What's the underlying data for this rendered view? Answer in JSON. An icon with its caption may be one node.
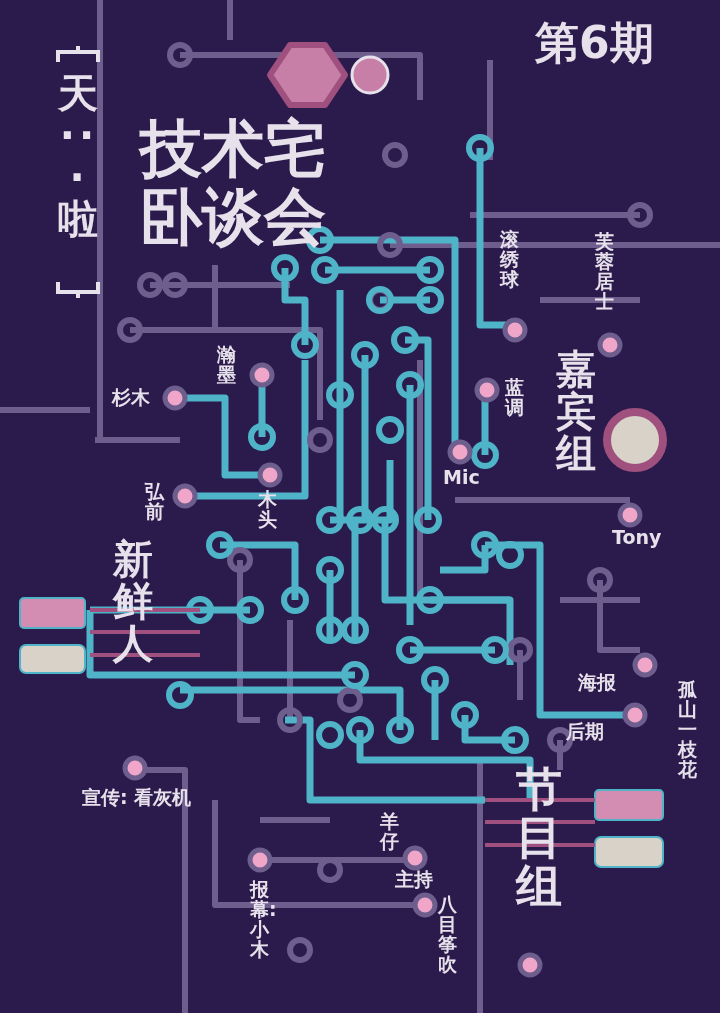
{
  "diagram": {
    "title": "技术宅卧谈会",
    "labels": [
      "天···啦",
      "第6期",
      "滚绣球",
      "芙蓉居士",
      "嘉宾组",
      "瀚墨",
      "杉木",
      "蓝调",
      "Mic",
      "弘前",
      "木头",
      "Tony",
      "新鲜人",
      "海报",
      "孤山一枝花",
      "后期",
      "宣传: 看灰机",
      "节目组",
      "羊仔",
      "主持",
      "报幕: 小木",
      "八目筝吹"
    ]
  }
}
